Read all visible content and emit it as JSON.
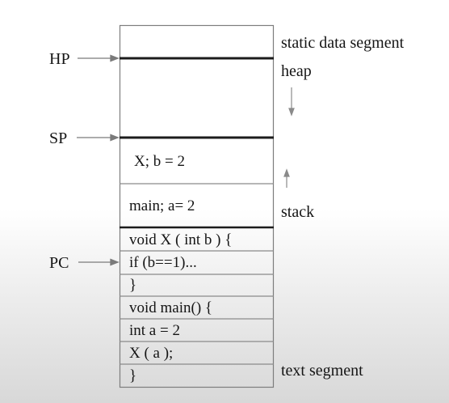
{
  "registers": {
    "hp": "HP",
    "sp": "SP",
    "pc": "PC"
  },
  "segments": {
    "static": "static data segment",
    "heap": "heap",
    "stack": "stack",
    "text": "text segment"
  },
  "frames": {
    "x_frame": "X; b = 2",
    "main_frame": "main; a= 2"
  },
  "code_lines": [
    "void X ( int b ) {",
    "if (b==1)...",
    "}",
    "void main() {",
    "int a = 2",
    "X ( a );",
    "}"
  ]
}
